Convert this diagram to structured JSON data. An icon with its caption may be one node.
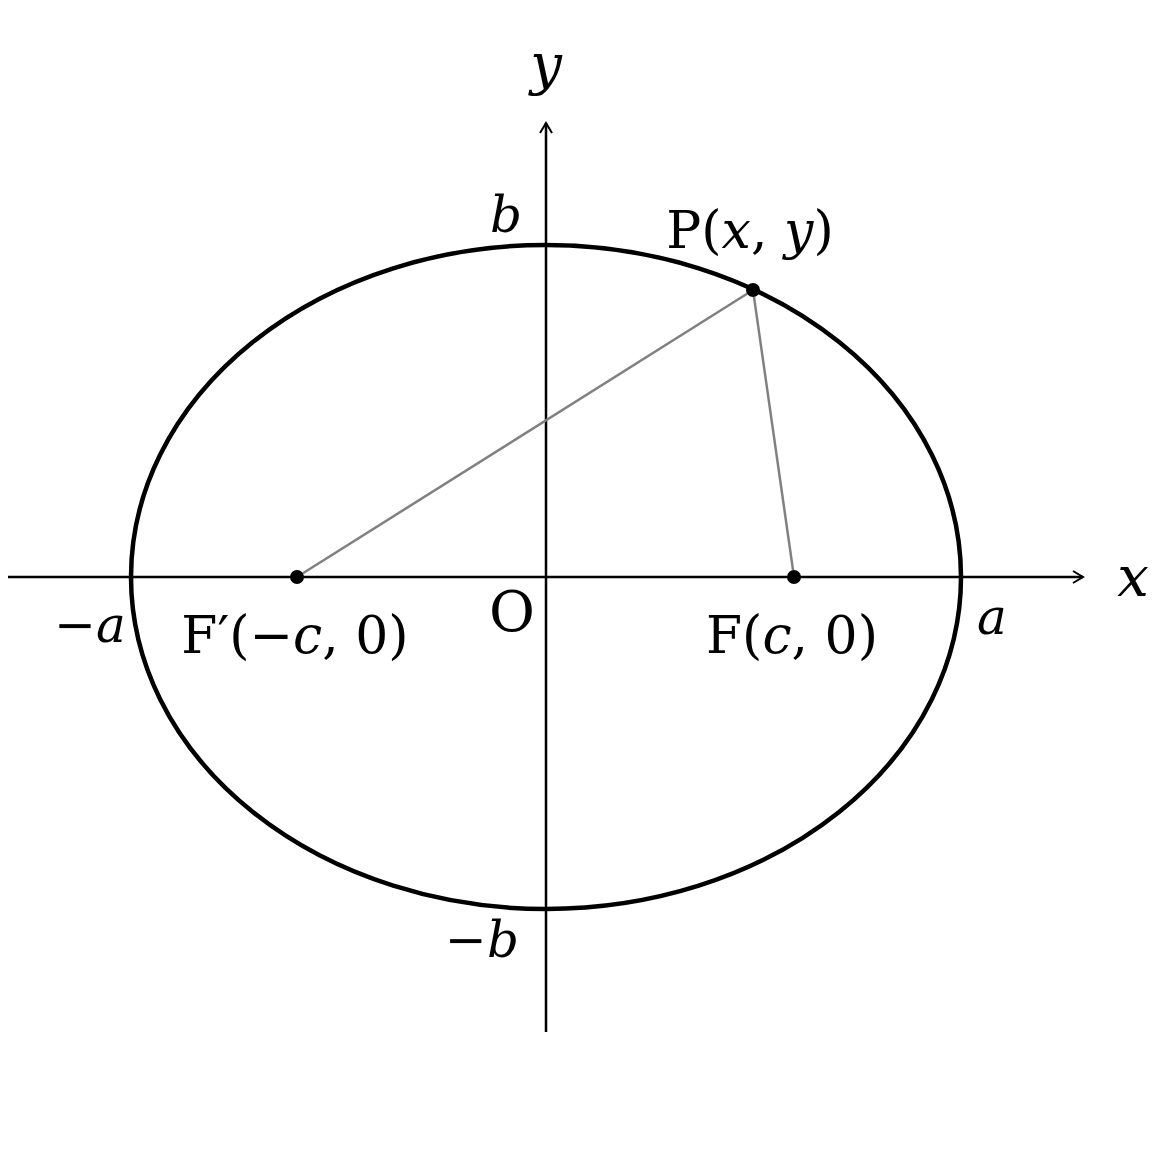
{
  "diagram": {
    "nodes": [
      {
        "text": [],
        "shape": "circle",
        "beside": [
          "P(*x*, *y*)"
        ]
      },
      {
        "text": [],
        "shape": "circle",
        "beside": [
          "F′(−*c*, 0)"
        ]
      },
      {
        "text": [],
        "shape": "circle",
        "beside": [
          "F(*c*, 0)"
        ]
      }
    ],
    "edges": [
      {
        "from": 0,
        "to": 1,
        "arrow": "none"
      },
      {
        "from": 0,
        "to": 2,
        "arrow": "none"
      }
    ],
    "labels": [
      "y",
      "b",
      "x",
      "−*a*",
      "O",
      "*a*",
      "−*b*"
    ]
  }
}
